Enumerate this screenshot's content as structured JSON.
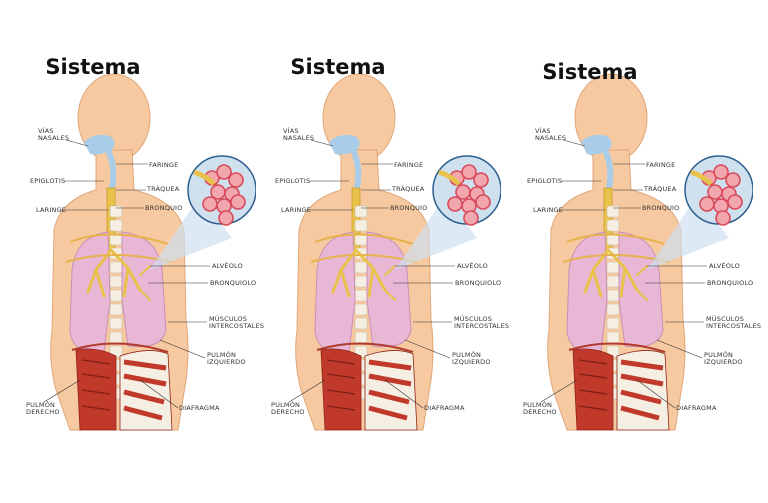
{
  "panels": [
    {
      "title": "Sistema",
      "labels": {
        "vias_nasales": "VÍAS\nNASALES",
        "epiglotis": "EPIGLOTIS",
        "laringe": "LARINGE",
        "faringe": "FARINGE",
        "traquea": "TRÁQUEA",
        "bronquio": "BRONQUIO",
        "alveolo": "ALVÉOLO",
        "bronquiolo": "BRONQUIOLO",
        "musculos": "MÚSCULOS\nINTERCOSTALES",
        "pulmon_izquierdo": "PULMÓN\nIZQUIERDO",
        "pulmon_derecho": "PULMÓN\nDERECHO",
        "diafragma": "DIAFRAGMA"
      }
    },
    {
      "title": "Sistema",
      "labels": {
        "vias_nasales": "VÍAS\nNASALES",
        "epiglotis": "EPIGLOTIS",
        "laringe": "LARINGE",
        "faringe": "FARINGE",
        "traquea": "TRÁQUEA",
        "bronquio": "BRONQUIO",
        "alveolo": "ALVÉOLO",
        "bronquiolo": "BRONQUIOLO",
        "musculos": "MÚSCULOS\nINTERCOSTALES",
        "pulmon_izquierdo": "PULMÓN\nIZQUIERDO",
        "pulmon_derecho": "PULMÓN\nDERECHO",
        "diafragma": "DIAFRAGMA"
      }
    },
    {
      "title": "Sistema",
      "labels": {
        "vias_nasales": "VÍAS\nNASALES",
        "epiglotis": "EPIGLOTIS",
        "laringe": "LARINGE",
        "faringe": "FARINGE",
        "traquea": "TRÁQUEA",
        "bronquio": "BRONQUIO",
        "alveolo": "ALVÉOLO",
        "bronquiolo": "BRONQUIOLO",
        "musculos": "MÚSCULOS\nINTERCOSTALES",
        "pulmon_izquierdo": "PULMÓN\nIZQUIERDO",
        "pulmon_derecho": "PULMÓN\nDERECHO",
        "diafragma": "DIAFRAGMA"
      }
    }
  ],
  "colors": {
    "skin": "#f6c9a0",
    "skin_edge": "#e0a77a",
    "airway": "#a9cde8",
    "trachea": "#e8c24a",
    "lung": "#e9b7d6",
    "muscle": "#c0392b",
    "rib": "#f4efe2",
    "callout": "#cfe0ef",
    "alveoli": "#d94a5a"
  }
}
